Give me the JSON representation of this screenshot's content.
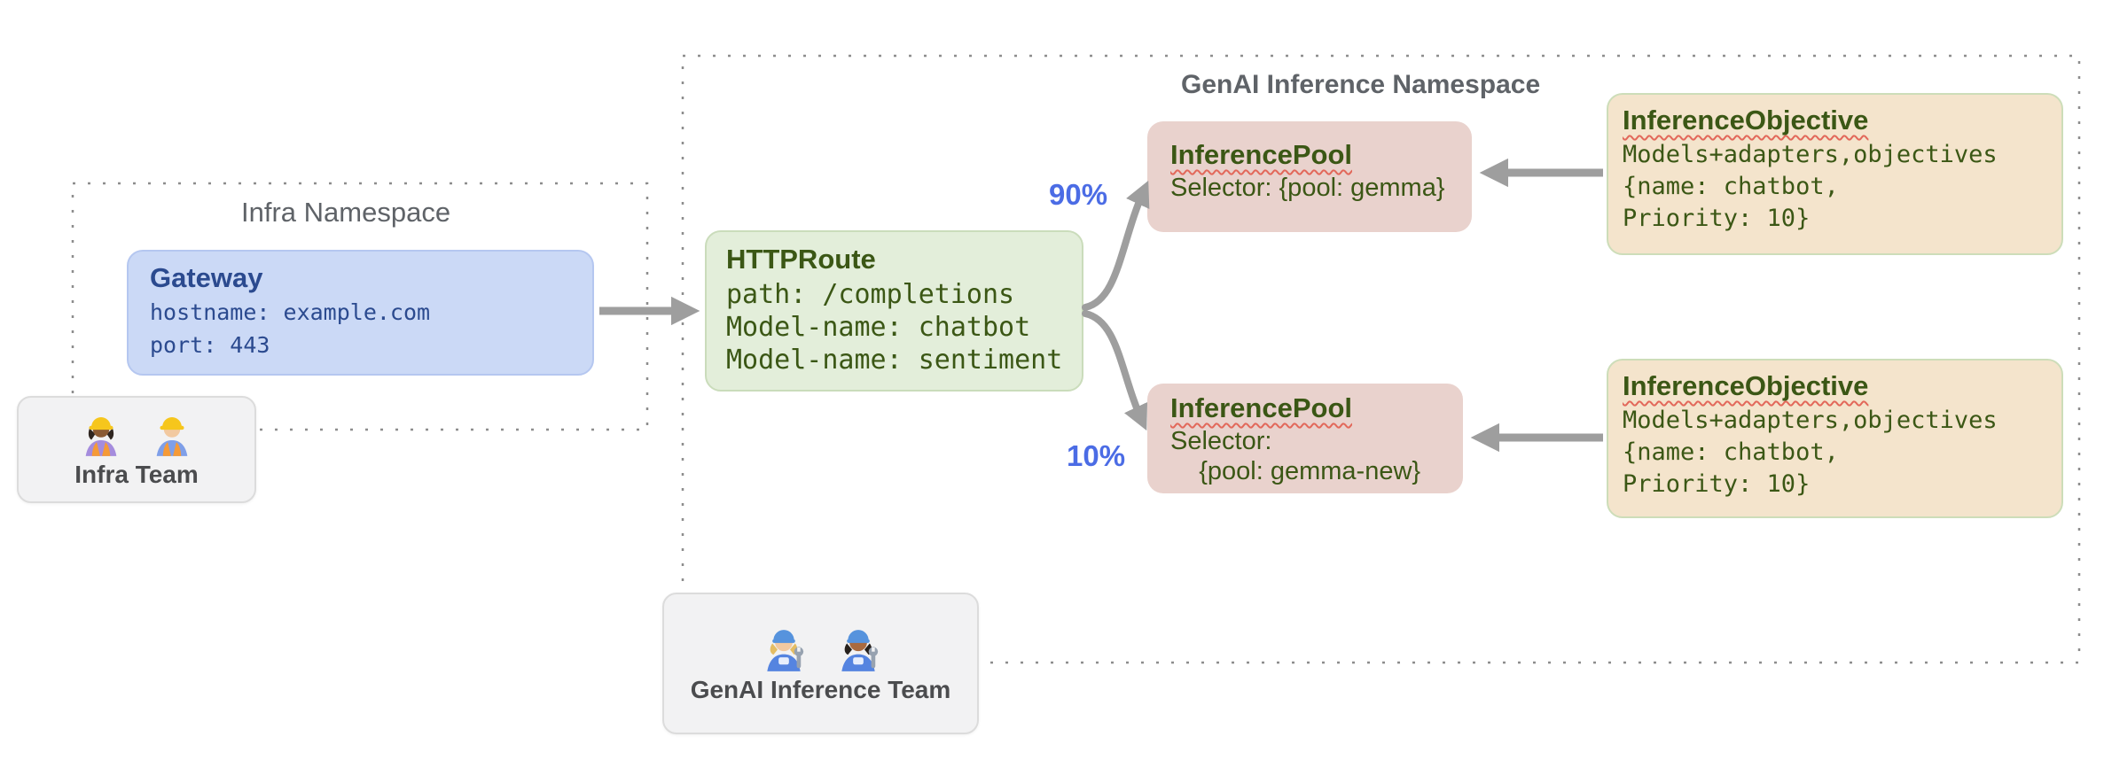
{
  "infra_ns": {
    "label": "Infra Namespace",
    "gateway": {
      "title": "Gateway",
      "lines": [
        "hostname: example.com",
        "port: 443"
      ]
    }
  },
  "genai_ns": {
    "label": "GenAI Inference Namespace",
    "httproute": {
      "title": "HTTPRoute",
      "lines": [
        "path: /completions",
        "Model-name: chatbot",
        "Model-name: sentiment"
      ]
    },
    "pool_top": {
      "title": "InferencePool",
      "lines": [
        "Selector: {pool: gemma}"
      ]
    },
    "pool_bottom": {
      "title": "InferencePool",
      "lines": [
        "Selector:",
        "    {pool: gemma-new}"
      ]
    },
    "objective_top": {
      "title": "InferenceObjective",
      "lines": [
        "Models+adapters,objectives",
        "{name: chatbot,",
        "Priority: 10}"
      ]
    },
    "objective_bottom": {
      "title": "InferenceObjective",
      "lines": [
        "Models+adapters,objectives",
        "{name: chatbot,",
        "Priority: 10}"
      ]
    }
  },
  "edges": {
    "top_weight": "90%",
    "bottom_weight": "10%"
  },
  "teams": {
    "infra": {
      "label": "Infra Team",
      "icons": [
        "construction-worker-icon",
        "construction-worker-icon"
      ]
    },
    "genai": {
      "label": "GenAI Inference Team",
      "icons": [
        "mechanic-icon",
        "mechanic-icon"
      ]
    }
  },
  "colors": {
    "gateway_fill": "#cbd9f6",
    "httproute_fill": "#e3eeda",
    "inference_pool_fill": "#e9d2cd",
    "inference_objective_fill": "#f4e4cc",
    "team_fill": "#f2f2f3",
    "arrow_gray": "#9e9e9e",
    "weight_blue": "#4b6ce5",
    "gateway_text": "#2b4a8f",
    "green_text": "#3b5715",
    "namespace_label_gray": "#5f6368",
    "squiggle_red": "#e2685a"
  }
}
